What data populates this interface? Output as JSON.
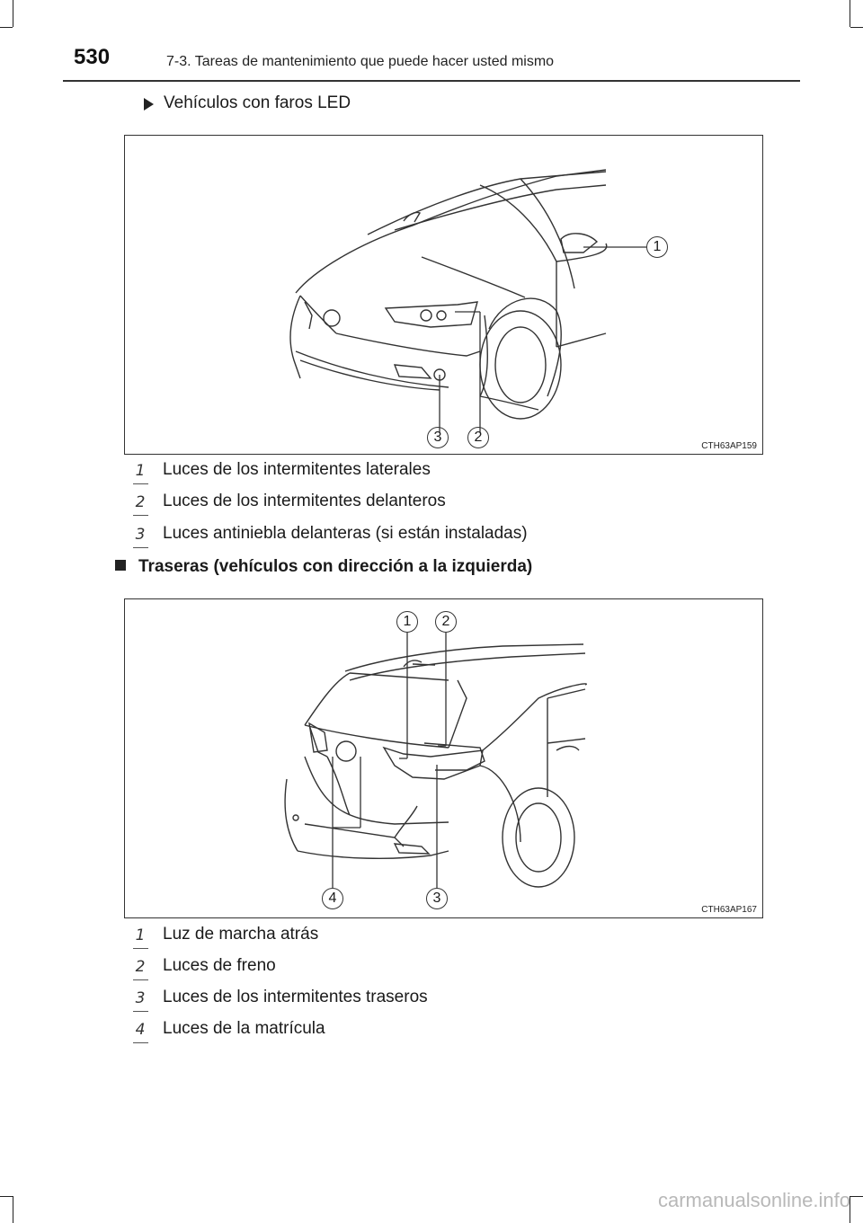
{
  "header": {
    "page_number": "530",
    "section_title": "7-3. Tareas de mantenimiento que puede hacer usted mismo"
  },
  "front_section": {
    "bullet": "Vehículos con faros LED",
    "figure_code": "CTH63AP159",
    "callouts": [
      "1",
      "2",
      "3"
    ],
    "legend": [
      {
        "num": "1",
        "text": "Luces de los intermitentes laterales"
      },
      {
        "num": "2",
        "text": "Luces de los intermitentes delanteros"
      },
      {
        "num": "3",
        "text": "Luces antiniebla delanteras (si están instaladas)"
      }
    ]
  },
  "rear_section": {
    "heading": "Traseras (vehículos con dirección a la izquierda)",
    "figure_code": "CTH63AP167",
    "callouts": [
      "1",
      "2",
      "3",
      "4"
    ],
    "legend": [
      {
        "num": "1",
        "text": "Luz de marcha atrás"
      },
      {
        "num": "2",
        "text": "Luces de freno"
      },
      {
        "num": "3",
        "text": "Luces de los intermitentes traseros"
      },
      {
        "num": "4",
        "text": "Luces de la matrícula"
      }
    ]
  },
  "watermark": "carmanualsonline.info"
}
